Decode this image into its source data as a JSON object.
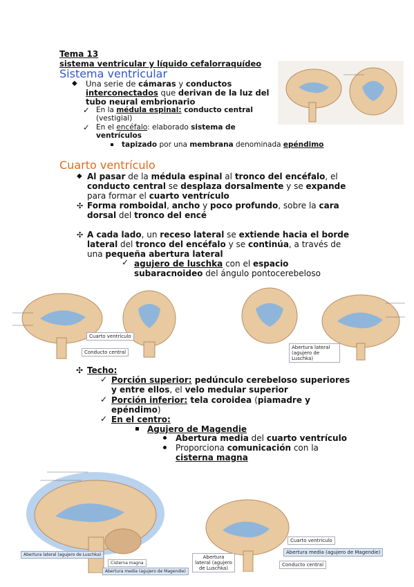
{
  "tema": "Tema 13",
  "subtitle": "sistema ventricular y líquido cefalorraquídeo",
  "sec1": {
    "heading": "Sistema ventricular",
    "b1": [
      "Una serie de ",
      "cámaras",
      " y ",
      "conductos"
    ],
    "b1b": [
      "interconectados",
      " que ",
      "derivan de la luz del"
    ],
    "b1c": "tubo neural embrionario",
    "c1": [
      "En la ",
      "médula espinal:",
      " conducto central"
    ],
    "c1b": "(vestigial)",
    "c2": [
      "En el ",
      "encéfalo",
      ": elaborado ",
      "sistema de"
    ],
    "c2b": "ventrículos",
    "sq": [
      "tapizado",
      " por una ",
      "membrana",
      " denominada ",
      "epéndimo"
    ]
  },
  "sec2": {
    "heading": "Cuarto ventrículo",
    "p1": [
      "Al pasar",
      " de la ",
      "médula espinal",
      " al ",
      "tronco del encéfalo",
      ", el"
    ],
    "p1b": [
      "conducto central",
      " se ",
      "desplaza dorsalmente",
      " y se ",
      "expande"
    ],
    "p1c": [
      "para formar el ",
      "cuarto ventrículo"
    ],
    "p2": [
      "Forma romboidal",
      ", ",
      "ancho",
      " y ",
      "poco profundo",
      ", sobre la ",
      "cara"
    ],
    "p2b": [
      "dorsal",
      " del ",
      "tronco del encé"
    ],
    "p3": [
      "A cada lado",
      ", un ",
      "receso lateral",
      " se ",
      "extiende hacia el borde"
    ],
    "p3b": [
      "lateral",
      " del ",
      "tronco del encéfalo",
      " y se ",
      "continúa",
      ", a través de"
    ],
    "p3c": [
      "una ",
      "pequeña abertura lateral"
    ],
    "c3": [
      "agujero de luschka",
      " con el ",
      "espacio"
    ],
    "c3b": [
      "subaracnoideo",
      " del ángulo pontocerebeloso"
    ]
  },
  "sec3": {
    "techo": "Techo:",
    "sup": [
      "Porción superior:",
      " pedúnculo cerebeloso superiores"
    ],
    "supb": [
      "y entre ellos",
      ", el ",
      "velo medular superior"
    ],
    "inf": [
      "Porción inferior:",
      " tela coroidea ",
      "(",
      "piamadre y"
    ],
    "infb": [
      "epéndimo",
      ")"
    ],
    "centro": "En el centro:",
    "magendie": "Agujero de Magendie",
    "d1": [
      "Abertura media",
      " del ",
      "cuarto ventrículo"
    ],
    "d2": [
      "Proporciona ",
      "comunicación",
      " con la"
    ],
    "d2b": "cisterna magna"
  },
  "figure_labels": {
    "cuarto1": "Cuarto ventrículo",
    "conducto1": "Conducto central",
    "abertura_lateral1": "Abertura lateral (agujero de Luschka)",
    "lat_fig_a": "Abertura lateral (agujero de Luschka)",
    "cisterna": "Cisterna magna",
    "magendie_fig": "Abertura media (agujero de Magendie)",
    "cuarto2": "Cuarto ventrículo",
    "abertura_media2": "Abertura media (agujero de Magendie)",
    "abertura_lateral2": "Abertura lateral (agujero de Luschka)",
    "conducto2": "Conducto central"
  },
  "colors": {
    "blue_heading": "#3355cc",
    "orange_heading": "#e06a1e",
    "brain": "#e8c9a0",
    "ventricle": "#8fb6da"
  }
}
